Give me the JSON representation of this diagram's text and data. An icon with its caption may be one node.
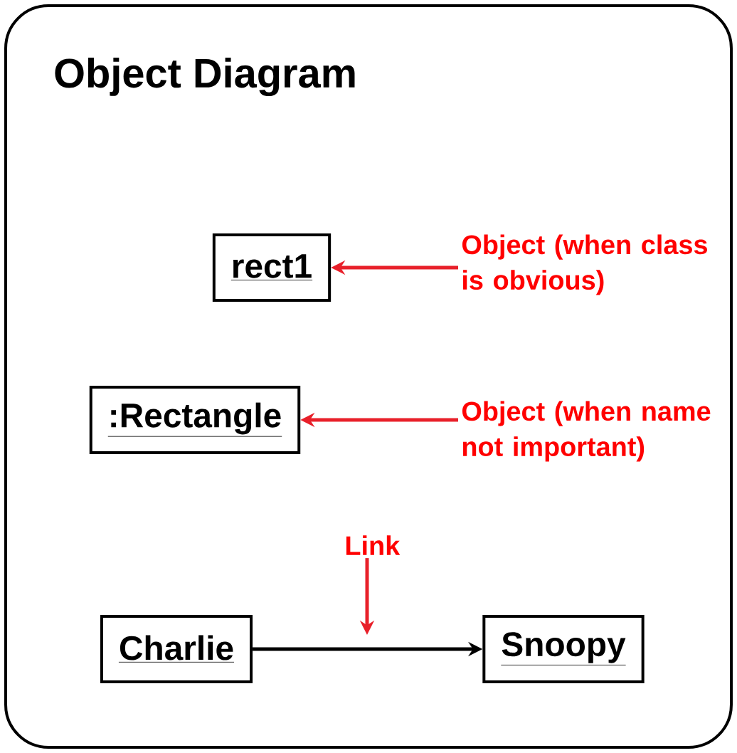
{
  "diagram": {
    "title": "Object Diagram",
    "nodes": [
      {
        "text": [
          "rect1"
        ]
      },
      {
        "text": [
          "Object (when class is obvious)"
        ]
      },
      {
        "text": [
          ":Rectangle"
        ]
      },
      {
        "text": [
          "Object (when name not important)"
        ]
      },
      {
        "text": [
          "Charlie"
        ]
      },
      {
        "text": [
          "Snoopy"
        ]
      },
      {
        "text": [
          "Link"
        ]
      }
    ],
    "edges": [
      {
        "from": 1,
        "to": 0,
        "arrow": "to",
        "color": "#e8202a"
      },
      {
        "from": 3,
        "to": 2,
        "arrow": "to",
        "color": "#e8202a"
      },
      {
        "from": 4,
        "to": 5,
        "arrow": "to",
        "color": "#000000"
      },
      {
        "from": 6,
        "to": null,
        "arrow": "to",
        "color": "#e8202a"
      }
    ]
  }
}
